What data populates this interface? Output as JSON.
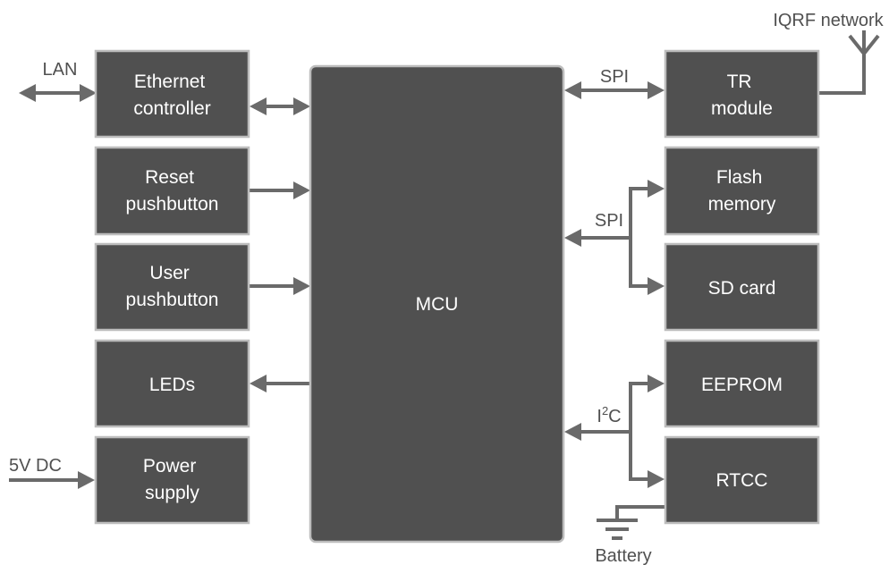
{
  "blocks": {
    "ethernet": [
      "Ethernet",
      "controller"
    ],
    "reset": [
      "Reset",
      "pushbutton"
    ],
    "user": [
      "User",
      "pushbutton"
    ],
    "leds": [
      "LEDs"
    ],
    "power": [
      "Power",
      "supply"
    ],
    "mcu": [
      "MCU"
    ],
    "tr": [
      "TR",
      "module"
    ],
    "flash": [
      "Flash",
      "memory"
    ],
    "sd": [
      "SD card"
    ],
    "eeprom": [
      "EEPROM"
    ],
    "rtcc": [
      "RTCC"
    ]
  },
  "labels": {
    "lan": "LAN",
    "dc": "5V DC",
    "iqrf": "IQRF network",
    "spi_tr": "SPI",
    "spi_mem": "SPI",
    "i2c_base": "I",
    "i2c_sup": "2",
    "i2c_end": "C",
    "battery": "Battery"
  },
  "colors": {
    "box_fill": "#505050",
    "box_border": "#bdbdbd",
    "line": "#6a6a6a",
    "text_on_box": "#ffffff",
    "text": "#505050"
  }
}
